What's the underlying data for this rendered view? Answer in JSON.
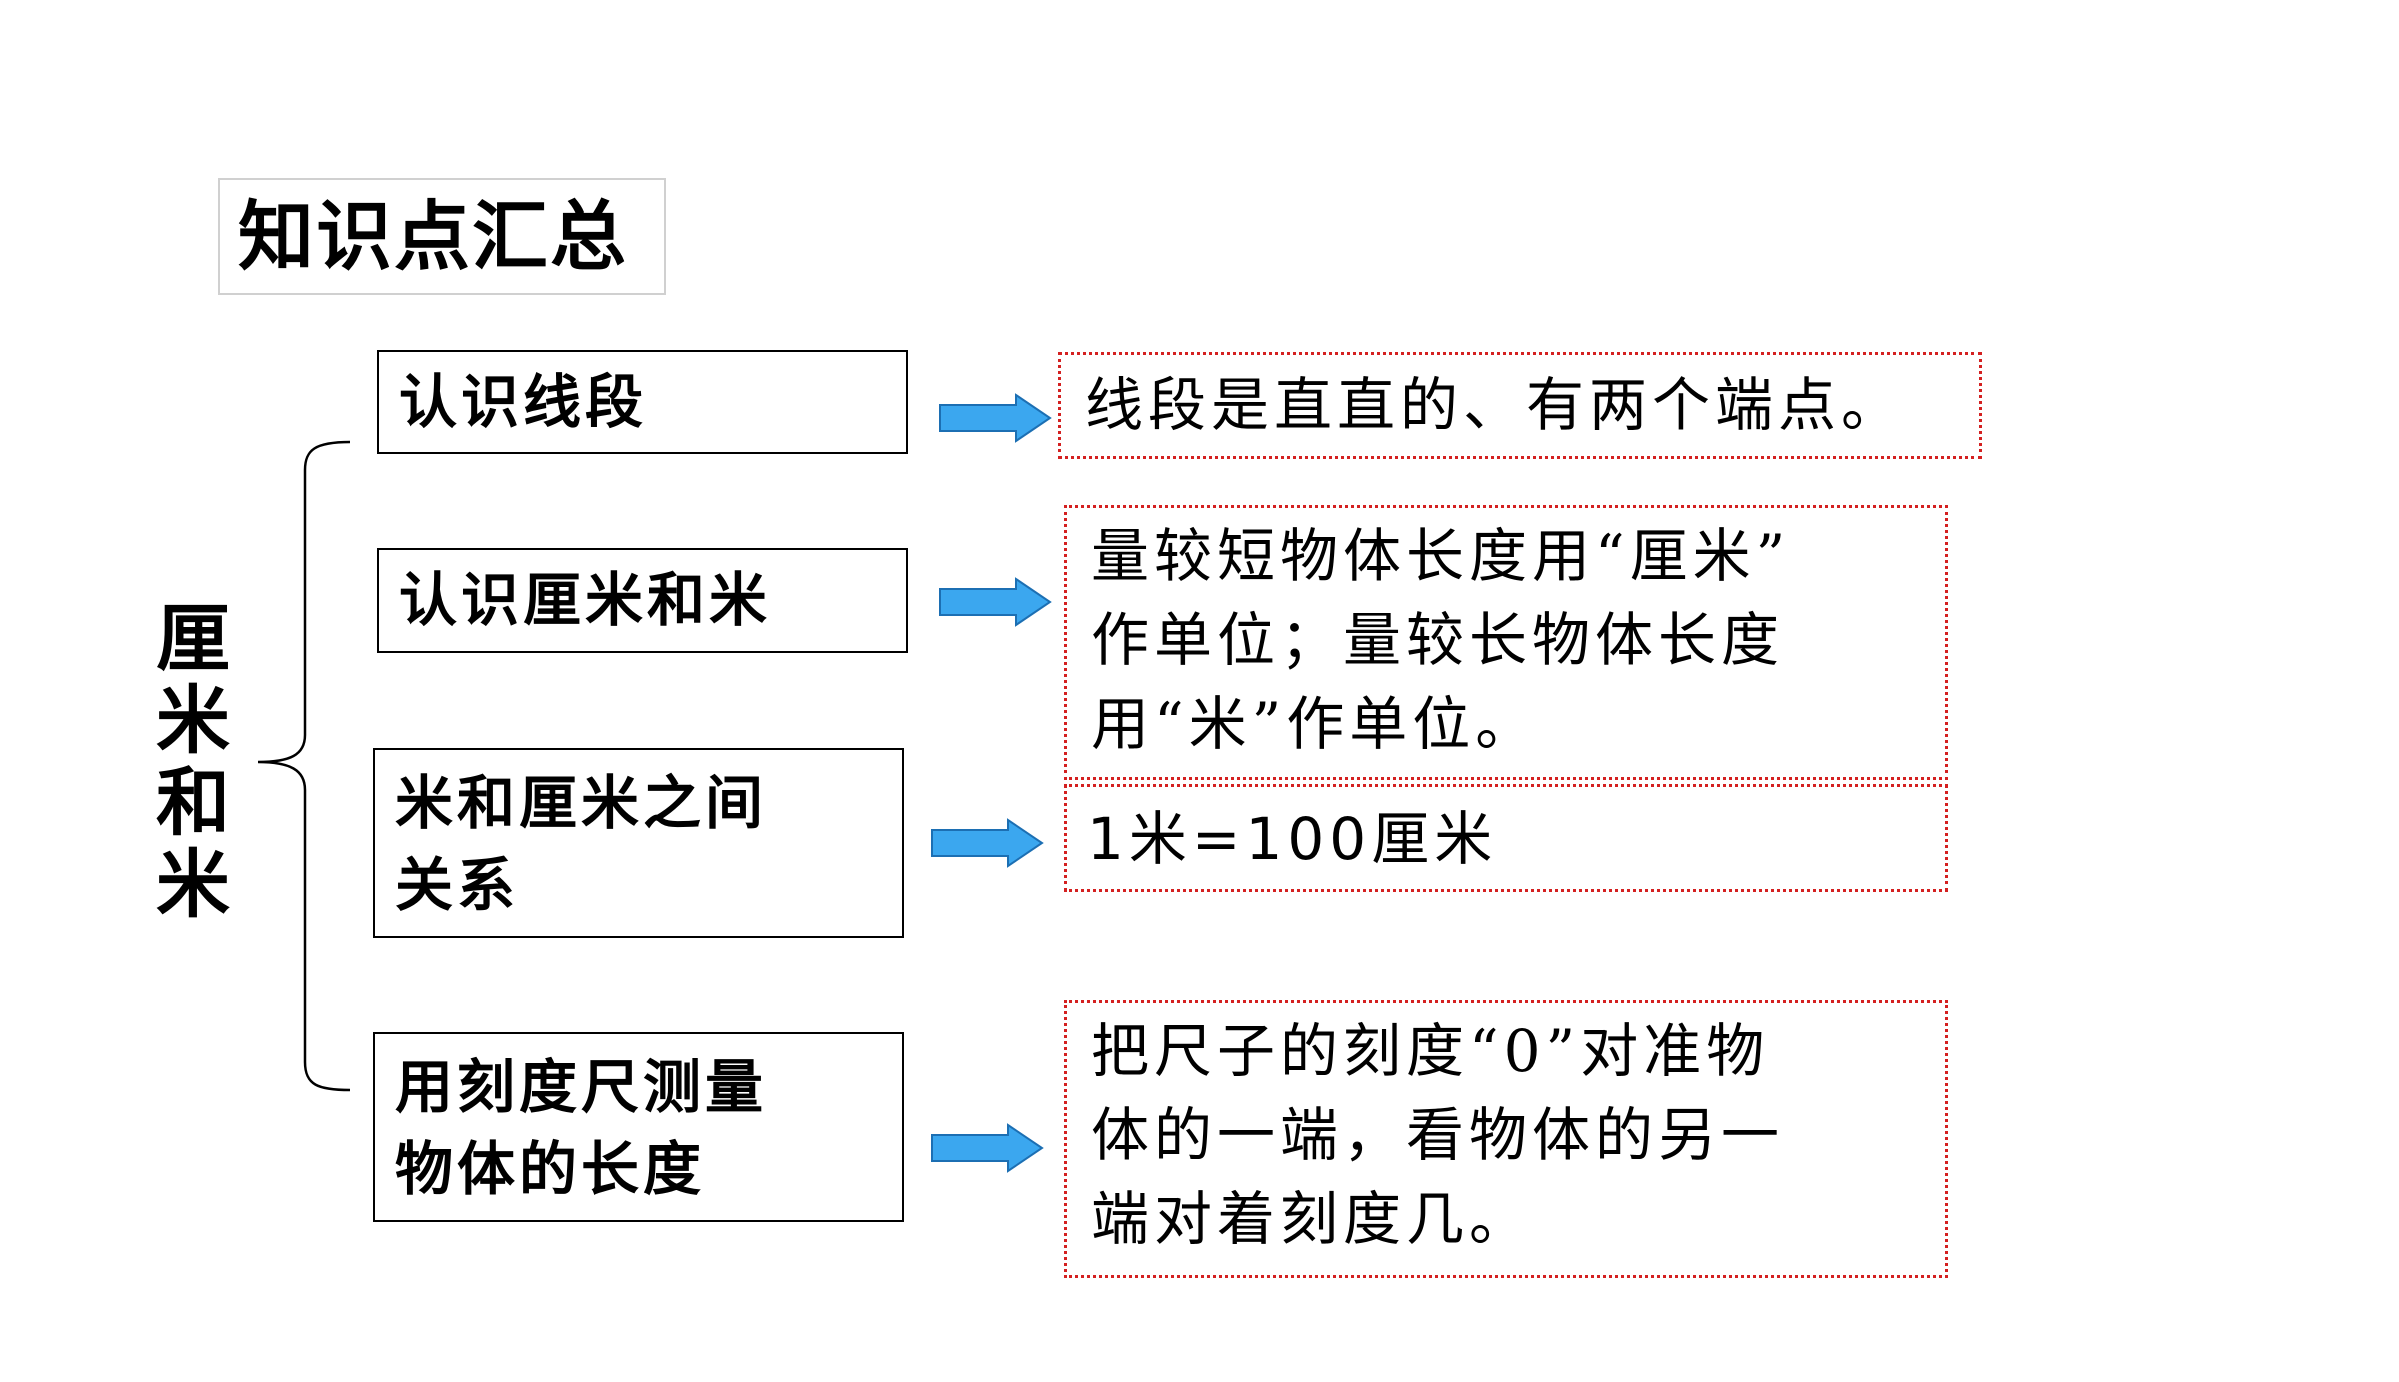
{
  "title": "知识点汇总",
  "root_label": [
    "厘",
    "米",
    "和",
    "米"
  ],
  "topics": [
    {
      "lines": [
        "认识线段"
      ]
    },
    {
      "lines": [
        "认识厘米和米"
      ]
    },
    {
      "lines": [
        "米和厘米之间",
        "关系"
      ]
    },
    {
      "lines": [
        "用刻度尺测量",
        "物体的长度"
      ]
    }
  ],
  "notes": [
    {
      "lines": [
        "线段是直直的、有两个端点。"
      ]
    },
    {
      "lines": [
        "量较短物体长度用“厘米”",
        "作单位；量较长物体长度",
        "用“米”作单位。"
      ]
    },
    {
      "lines": [
        "1米=100厘米"
      ]
    },
    {
      "lines": [
        "把尺子的刻度“0”对准物",
        "体的一端，看物体的另一",
        "端对着刻度几。"
      ]
    }
  ],
  "colors": {
    "arrow_fill": "#3ba7ef",
    "arrow_stroke": "#1c6fb3",
    "note_border": "#d42020"
  }
}
